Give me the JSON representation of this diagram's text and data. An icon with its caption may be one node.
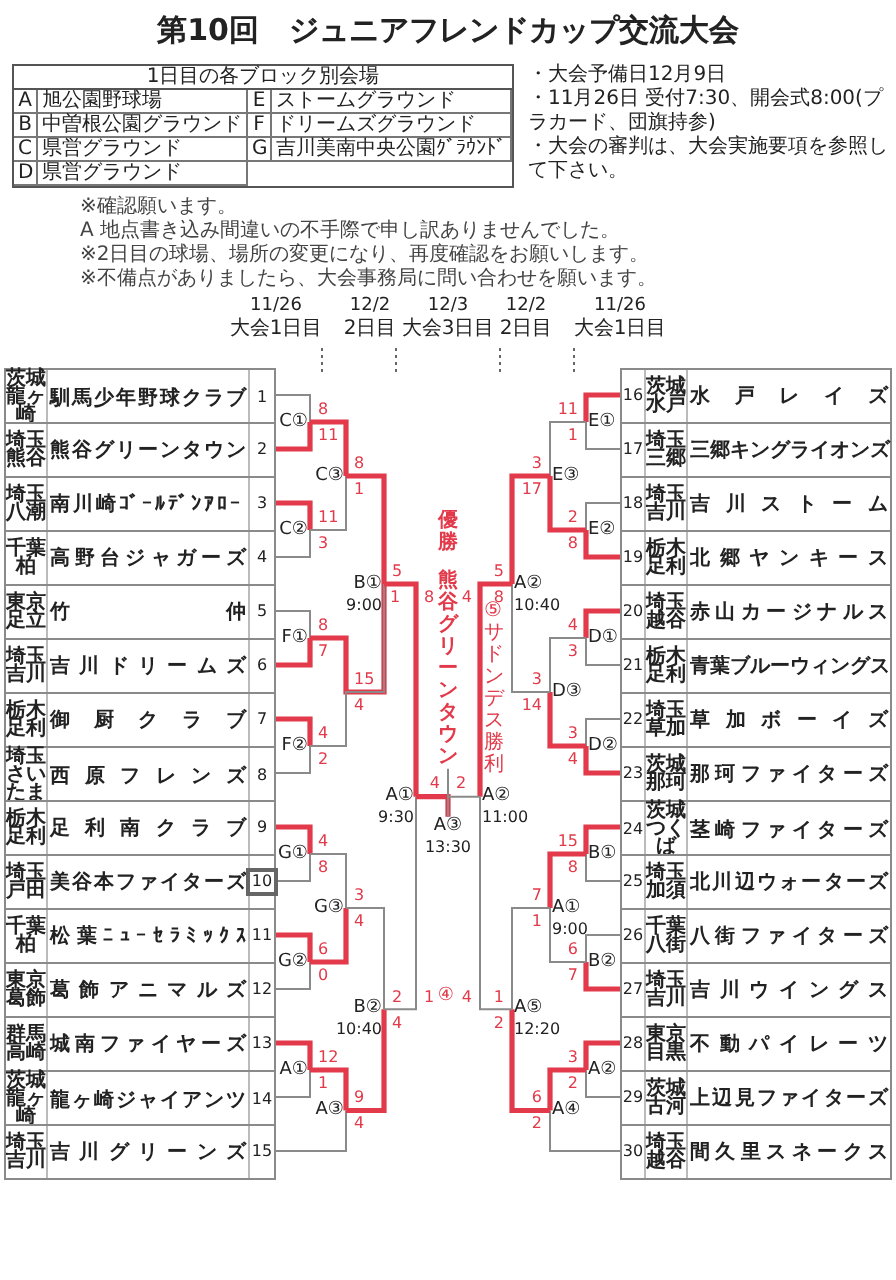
{
  "diagram": {
    "title": "第10回　ジュニアフレンドカップ交流大会",
    "nodes": [
      {
        "text": [
          "茨城",
          "龍ヶ崎",
          "馴馬少年野球クラブ",
          "1"
        ]
      },
      {
        "text": [
          "埼玉",
          "熊谷",
          "熊谷グリーンタウン",
          "2"
        ]
      },
      {
        "text": [
          "埼玉",
          "八潮",
          "南川崎ｺﾞｰﾙﾃﾞﾝｱﾛｰ",
          "3"
        ]
      },
      {
        "text": [
          "千葉",
          "柏",
          "高野台ジャガーズ",
          "4"
        ]
      },
      {
        "text": [
          "東京",
          "足立",
          "竹仲",
          "5"
        ]
      },
      {
        "text": [
          "埼玉",
          "吉川",
          "吉川ドリームズ",
          "6"
        ]
      },
      {
        "text": [
          "栃木",
          "足利",
          "御厨クラブ",
          "7"
        ]
      },
      {
        "text": [
          "埼玉",
          "さいたま",
          "西原フレンズ",
          "8"
        ]
      },
      {
        "text": [
          "栃木",
          "足利",
          "足利南クラブ",
          "9"
        ]
      },
      {
        "text": [
          "埼玉",
          "戸田",
          "美谷本ファイターズ",
          "10"
        ]
      },
      {
        "text": [
          "千葉",
          "柏",
          "松葉ﾆｭｰｾﾗﾐｯｸｽ",
          "11"
        ]
      },
      {
        "text": [
          "東京",
          "葛飾",
          "葛飾アニマルズ",
          "12"
        ]
      },
      {
        "text": [
          "群馬",
          "高崎",
          "城南ファイヤーズ",
          "13"
        ]
      },
      {
        "text": [
          "茨城",
          "龍ヶ崎",
          "龍ヶ崎ジャイアンツ",
          "14"
        ]
      },
      {
        "text": [
          "埼玉",
          "吉川",
          "吉川グリーンズ",
          "15"
        ]
      },
      {
        "text": [
          "16",
          "茨城",
          "水戸",
          "水戸レイズ"
        ]
      },
      {
        "text": [
          "17",
          "埼玉",
          "三郷",
          "三郷キングライオンズ"
        ]
      },
      {
        "text": [
          "18",
          "埼玉",
          "吉川",
          "吉川ストーム"
        ]
      },
      {
        "text": [
          "19",
          "栃木",
          "足利",
          "北郷ヤンキース"
        ]
      },
      {
        "text": [
          "20",
          "埼玉",
          "越谷",
          "赤山カージナルス"
        ]
      },
      {
        "text": [
          "21",
          "栃木",
          "足利",
          "青葉ブルーウィングス"
        ]
      },
      {
        "text": [
          "22",
          "埼玉",
          "草加",
          "草加ボーイズ"
        ]
      },
      {
        "text": [
          "23",
          "茨城",
          "那珂",
          "那珂ファイターズ"
        ]
      },
      {
        "text": [
          "24",
          "茨城",
          "つくば",
          "茎崎ファイターズ"
        ]
      },
      {
        "text": [
          "25",
          "埼玉",
          "加須",
          "北川辺ウォーターズ"
        ]
      },
      {
        "text": [
          "26",
          "千葉",
          "八街",
          "八街ファイターズ"
        ]
      },
      {
        "text": [
          "27",
          "埼玉",
          "吉川",
          "吉川ウイングス"
        ]
      },
      {
        "text": [
          "28",
          "東京",
          "目黒",
          "不動パイレーツ"
        ]
      },
      {
        "text": [
          "29",
          "茨城",
          "古河",
          "上辺見ファイターズ"
        ]
      },
      {
        "text": [
          "30",
          "埼玉",
          "越谷",
          "間久里スネークス"
        ]
      },
      {
        "text": [
          "C①"
        ]
      },
      {
        "text": [
          "C②"
        ]
      },
      {
        "text": [
          "F①"
        ]
      },
      {
        "text": [
          "F②"
        ]
      },
      {
        "text": [
          "G①"
        ]
      },
      {
        "text": [
          "G②"
        ]
      },
      {
        "text": [
          "A①"
        ]
      },
      {
        "text": [
          "C③"
        ]
      },
      {
        "text": [
          "G③"
        ]
      },
      {
        "text": [
          "A③"
        ]
      },
      {
        "text": [
          "B①",
          "9:00"
        ]
      },
      {
        "text": [
          "B②",
          "10:40"
        ]
      },
      {
        "text": [
          "A①",
          "9:30"
        ]
      },
      {
        "text": [
          "A③",
          "13:30"
        ]
      },
      {
        "text": [
          "優勝",
          "熊谷グリーンタウン"
        ]
      },
      {
        "text": [
          "E①"
        ]
      },
      {
        "text": [
          "E②"
        ]
      },
      {
        "text": [
          "D①"
        ]
      },
      {
        "text": [
          "D②"
        ]
      },
      {
        "text": [
          "B①"
        ]
      },
      {
        "text": [
          "B②"
        ]
      },
      {
        "text": [
          "A②"
        ]
      },
      {
        "text": [
          "E③"
        ]
      },
      {
        "text": [
          "D③"
        ]
      },
      {
        "text": [
          "A①",
          "9:00"
        ]
      },
      {
        "text": [
          "A④"
        ]
      },
      {
        "text": [
          "A②",
          "10:40"
        ]
      },
      {
        "text": [
          "A⑤",
          "12:20"
        ]
      },
      {
        "text": [
          "A②",
          "11:00"
        ]
      }
    ],
    "edges": [
      {
        "from": 0,
        "to": 30,
        "arrow": "none",
        "label": "8"
      },
      {
        "from": 1,
        "to": 30,
        "arrow": "none",
        "label": "11",
        "style": "thick",
        "color": "#e23a4a"
      },
      {
        "from": 2,
        "to": 31,
        "arrow": "none",
        "label": "11",
        "style": "thick",
        "color": "#e23a4a"
      },
      {
        "from": 3,
        "to": 31,
        "arrow": "none",
        "label": "3"
      },
      {
        "from": 4,
        "to": 32,
        "arrow": "none",
        "label": "8"
      },
      {
        "from": 5,
        "to": 32,
        "arrow": "none",
        "label": "7",
        "style": "thick",
        "color": "#e23a4a"
      },
      {
        "from": 6,
        "to": 33,
        "arrow": "none",
        "label": "4",
        "style": "thick",
        "color": "#e23a4a"
      },
      {
        "from": 7,
        "to": 33,
        "arrow": "none",
        "label": "2"
      },
      {
        "from": 8,
        "to": 34,
        "arrow": "none",
        "label": "4",
        "style": "thick",
        "color": "#e23a4a"
      },
      {
        "from": 9,
        "to": 34,
        "arrow": "none",
        "label": "8"
      },
      {
        "from": 10,
        "to": 35,
        "arrow": "none",
        "label": "6",
        "style": "thick",
        "color": "#e23a4a"
      },
      {
        "from": 11,
        "to": 35,
        "arrow": "none",
        "label": "0"
      },
      {
        "from": 12,
        "to": 36,
        "arrow": "none",
        "label": "12",
        "style": "thick",
        "color": "#e23a4a"
      },
      {
        "from": 13,
        "to": 36,
        "arrow": "none",
        "label": "1"
      },
      {
        "from": 30,
        "to": 37,
        "arrow": "none",
        "label": "8",
        "style": "thick",
        "color": "#e23a4a"
      },
      {
        "from": 31,
        "to": 37,
        "arrow": "none",
        "label": "1"
      },
      {
        "from": 32,
        "to": 40,
        "arrow": "none",
        "label": "15",
        "style": "thick",
        "color": "#e23a4a"
      },
      {
        "from": 33,
        "to": 40,
        "arrow": "none",
        "label": "4"
      },
      {
        "from": 34,
        "to": 38,
        "arrow": "none",
        "label": "3"
      },
      {
        "from": 35,
        "to": 38,
        "arrow": "none",
        "label": "4",
        "style": "thick",
        "color": "#e23a4a"
      },
      {
        "from": 36,
        "to": 39,
        "arrow": "none",
        "label": "9",
        "style": "thick",
        "color": "#e23a4a"
      },
      {
        "from": 14,
        "to": 39,
        "arrow": "none",
        "label": "4"
      },
      {
        "from": 37,
        "to": 40,
        "arrow": "none",
        "label": "5",
        "style": "thick",
        "color": "#e23a4a"
      },
      {
        "from": 38,
        "to": 41,
        "arrow": "none",
        "label": "2"
      },
      {
        "from": 39,
        "to": 41,
        "arrow": "none",
        "label": "4",
        "style": "thick",
        "color": "#e23a4a"
      },
      {
        "from": 40,
        "to": 42,
        "arrow": "none",
        "label": "8",
        "style": "thick",
        "color": "#e23a4a"
      },
      {
        "from": 41,
        "to": 42,
        "arrow": "none",
        "label": "1"
      },
      {
        "from": 42,
        "to": 43,
        "arrow": "none",
        "label": "4",
        "style": "thick",
        "color": "#e23a4a"
      },
      {
        "from": 15,
        "to": 45,
        "arrow": "none",
        "label": "11",
        "style": "thick",
        "color": "#e23a4a"
      },
      {
        "from": 16,
        "to": 45,
        "arrow": "none",
        "label": "1"
      },
      {
        "from": 17,
        "to": 46,
        "arrow": "none",
        "label": "2"
      },
      {
        "from": 18,
        "to": 46,
        "arrow": "none",
        "label": "8",
        "style": "thick",
        "color": "#e23a4a"
      },
      {
        "from": 19,
        "to": 47,
        "arrow": "none",
        "label": "4",
        "style": "thick",
        "color": "#e23a4a"
      },
      {
        "from": 20,
        "to": 47,
        "arrow": "none",
        "label": "3"
      },
      {
        "from": 21,
        "to": 48,
        "arrow": "none",
        "label": "3"
      },
      {
        "from": 22,
        "to": 48,
        "arrow": "none",
        "label": "4",
        "style": "thick",
        "color": "#e23a4a"
      },
      {
        "from": 23,
        "to": 49,
        "arrow": "none",
        "label": "15",
        "style": "thick",
        "color": "#e23a4a"
      },
      {
        "from": 24,
        "to": 49,
        "arrow": "none",
        "label": "8"
      },
      {
        "from": 25,
        "to": 50,
        "arrow": "none",
        "label": "6"
      },
      {
        "from": 26,
        "to": 50,
        "arrow": "none",
        "label": "7",
        "style": "thick",
        "color": "#e23a4a"
      },
      {
        "from": 27,
        "to": 51,
        "arrow": "none",
        "label": "3",
        "style": "thick",
        "color": "#e23a4a"
      },
      {
        "from": 28,
        "to": 51,
        "arrow": "none",
        "label": "2"
      },
      {
        "from": 45,
        "to": 52,
        "arrow": "none",
        "label": "3"
      },
      {
        "from": 46,
        "to": 52,
        "arrow": "none",
        "label": "17",
        "style": "thick",
        "color": "#e23a4a"
      },
      {
        "from": 47,
        "to": 53,
        "arrow": "none",
        "label": "3"
      },
      {
        "from": 48,
        "to": 53,
        "arrow": "none",
        "label": "14",
        "style": "thick",
        "color": "#e23a4a"
      },
      {
        "from": 49,
        "to": 54,
        "arrow": "none",
        "label": "7",
        "style": "thick",
        "color": "#e23a4a"
      },
      {
        "from": 50,
        "to": 54,
        "arrow": "none",
        "label": "1"
      },
      {
        "from": 51,
        "to": 55,
        "arrow": "none",
        "label": "6",
        "style": "thick",
        "color": "#e23a4a"
      },
      {
        "from": 29,
        "to": 55,
        "arrow": "none",
        "label": "2"
      },
      {
        "from": 52,
        "to": 56,
        "arrow": "none",
        "label": "5",
        "style": "thick",
        "color": "#e23a4a"
      },
      {
        "from": 53,
        "to": 56,
        "arrow": "none",
        "label": "8"
      },
      {
        "from": 54,
        "to": 57,
        "arrow": "none",
        "label": "1"
      },
      {
        "from": 55,
        "to": 57,
        "arrow": "none",
        "label": "2",
        "style": "thick",
        "color": "#e23a4a"
      },
      {
        "from": 56,
        "to": 58,
        "arrow": "none",
        "label": "4",
        "style": "thick",
        "color": "#e23a4a"
      },
      {
        "from": 57,
        "to": 58,
        "arrow": "none",
        "label": "4"
      },
      {
        "from": 58,
        "to": 43,
        "arrow": "none",
        "label": "2"
      },
      {
        "from": 43,
        "to": 44,
        "arrow": "none"
      }
    ],
    "labels": [
      "1日目の各ブロック別会場",
      "A",
      "旭公園野球場",
      "E",
      "ストームグラウンド",
      "B",
      "中曽根公園グラウンド",
      "F",
      "ドリームズグラウンド",
      "C",
      "県営グラウンド",
      "G",
      "吉川美南中央公園ｸﾞﾗｳﾝﾄﾞ",
      "D",
      "県営グラウンド",
      "・大会予備日12月9日",
      "・11月26日 受付7:30、開会式8:00(プラカード、団旗持参)",
      "・大会の審判は、大会実施要項を参照して下さい。",
      "※確認願います。",
      "A 地点書き込み間違いの不手際で申し訳ありませんでした。",
      "※2日目の球場、場所の変更になり、再度確認をお願いします。",
      "※不備点がありましたら、大会事務局に問い合わせを願います。",
      "11/26",
      "大会1日目",
      "12/2",
      "2日目",
      "12/3",
      "大会3日目",
      "12/2",
      "2日目",
      "11/26",
      "大会1日目",
      "1",
      "⑤サドンデス勝利",
      "④"
    ]
  }
}
